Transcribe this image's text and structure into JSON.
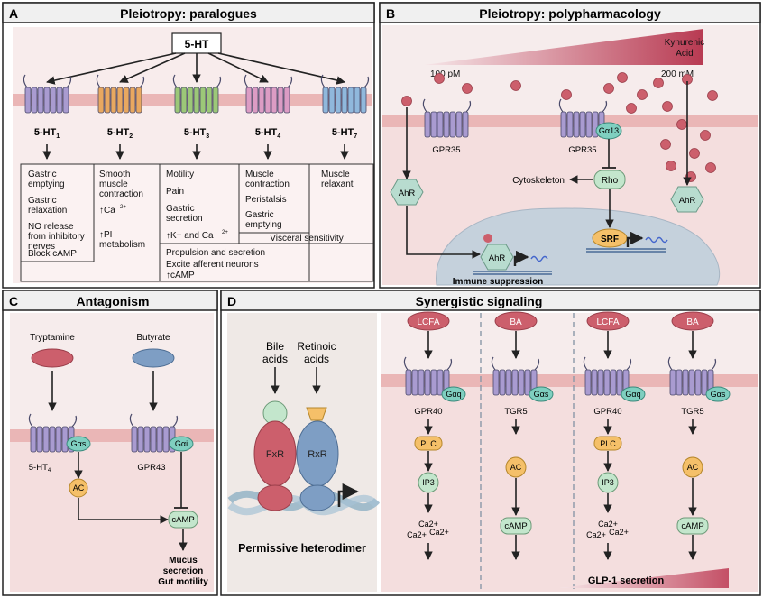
{
  "panelA": {
    "letter": "A",
    "title": "Pleiotropy: paralogues",
    "ligand": "5-HT",
    "receptors": [
      {
        "base": "5-HT",
        "sub": "1",
        "color": "#a99bd0"
      },
      {
        "base": "5-HT",
        "sub": "2",
        "color": "#e8a860"
      },
      {
        "base": "5-HT",
        "sub": "3",
        "color": "#9cc878"
      },
      {
        "base": "5-HT",
        "sub": "4",
        "color": "#dc9cc4"
      },
      {
        "base": "5-HT",
        "sub": "7",
        "color": "#90b8dc"
      }
    ],
    "col1": [
      "Gastric",
      "emptying",
      "Gastric",
      "relaxation",
      "NO release",
      "from inhibitory",
      "nerves",
      "Block cAMP"
    ],
    "col2": [
      "Smooth",
      "muscle",
      "contraction",
      "↑Ca",
      "2+",
      "↑PI",
      "metabolism"
    ],
    "col3": [
      "Motility",
      "Pain",
      "Gastric",
      "secretion",
      "↑K+ and Ca",
      "2+"
    ],
    "col4": [
      "Muscle",
      "contraction",
      "Peristalsis",
      "Gastric",
      "emptying"
    ],
    "col5": [
      "Muscle",
      "relaxant"
    ],
    "visceral": "Visceral sensitivity",
    "propulsion": "Propulsion and secretion",
    "excite": "Excite afferent neurons",
    "camp_up": "↑cAMP"
  },
  "panelB": {
    "letter": "B",
    "title": "Pleiotropy: polypharmacology",
    "kyn1": "Kynurenic",
    "kyn2": "Acid",
    "conc_low": "100 pM",
    "conc_high": "200 mM",
    "gpr35_left": "GPR35",
    "gpr35_right": "GPR35",
    "galpha13": "Gα13",
    "rho": "Rho",
    "cytoskeleton": "Cytoskeleton",
    "ahr": "AhR",
    "srf": "SRF",
    "immune": "Immune suppression"
  },
  "panelC": {
    "letter": "C",
    "title": "Antagonism",
    "tryptamine": "Tryptamine",
    "butyrate": "Butyrate",
    "gas": "Gαs",
    "gai": "Gαi",
    "r1_base": "5-HT",
    "r1_sub": "4",
    "r2": "GPR43",
    "ac": "AC",
    "camp": "cAMP",
    "out1": "Mucus",
    "out2": "secretion",
    "out3": "Gut motility"
  },
  "panelD": {
    "letter": "D",
    "title": "Synergistic signaling",
    "bile1": "Bile",
    "bile2": "acids",
    "ret1": "Retinoic",
    "ret2": "acids",
    "fxr": "FxR",
    "rxr": "RxR",
    "permissive": "Permissive heterodimer",
    "columns": [
      {
        "ligand": "LCFA",
        "galpha": "Gαq",
        "receptor": "GPR40",
        "enzyme": "PLC",
        "second": "IP3",
        "ca": [
          "Ca2+",
          "Ca2+",
          "Ca2+"
        ]
      },
      {
        "ligand": "BA",
        "galpha": "Gαs",
        "receptor": "TGR5",
        "enzyme": "AC",
        "second": "cAMP"
      },
      {
        "ligand": "LCFA",
        "galpha": "Gαq",
        "receptor": "GPR40",
        "enzyme": "PLC",
        "second": "IP3",
        "ca": [
          "Ca2+",
          "Ca2+",
          "Ca2+"
        ]
      },
      {
        "ligand": "BA",
        "galpha": "Gαs",
        "receptor": "TGR5",
        "enzyme": "AC",
        "second": "cAMP"
      }
    ],
    "glp1": "GLP-1 secretion"
  },
  "colors": {
    "membrane": "#eab6b6",
    "panel_bg": "#f8ecec",
    "cell_bg": "#f6e0e0",
    "ligand_red": "#cc5f6c",
    "ligand_blue": "#7e9ec4",
    "galpha": "#7fcfc0",
    "enzyme": "#f5c069",
    "green_node": "#c3e6cc",
    "nucleus": "#c5d1dc"
  }
}
